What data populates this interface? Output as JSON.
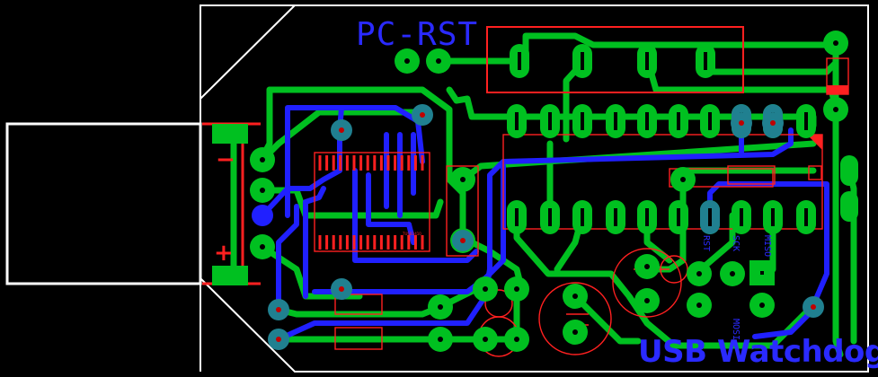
{
  "board": {
    "title_text": "PC-RST",
    "footer_text": "USB Watchdog",
    "pin_labels": [
      "RST",
      "SCK",
      "MISO",
      "MOSI"
    ],
    "polarity_minus": "−",
    "polarity_plus": "+",
    "chip_marking": "TUSB3410"
  },
  "colors": {
    "background": "#000000",
    "outline": "#ffffff",
    "top_copper": "#00c020",
    "bottom_copper": "#2020ff",
    "silkscreen": "#ff2020",
    "via": "#208090",
    "drill": "#c00000",
    "label_blue": "#2a2aff"
  }
}
